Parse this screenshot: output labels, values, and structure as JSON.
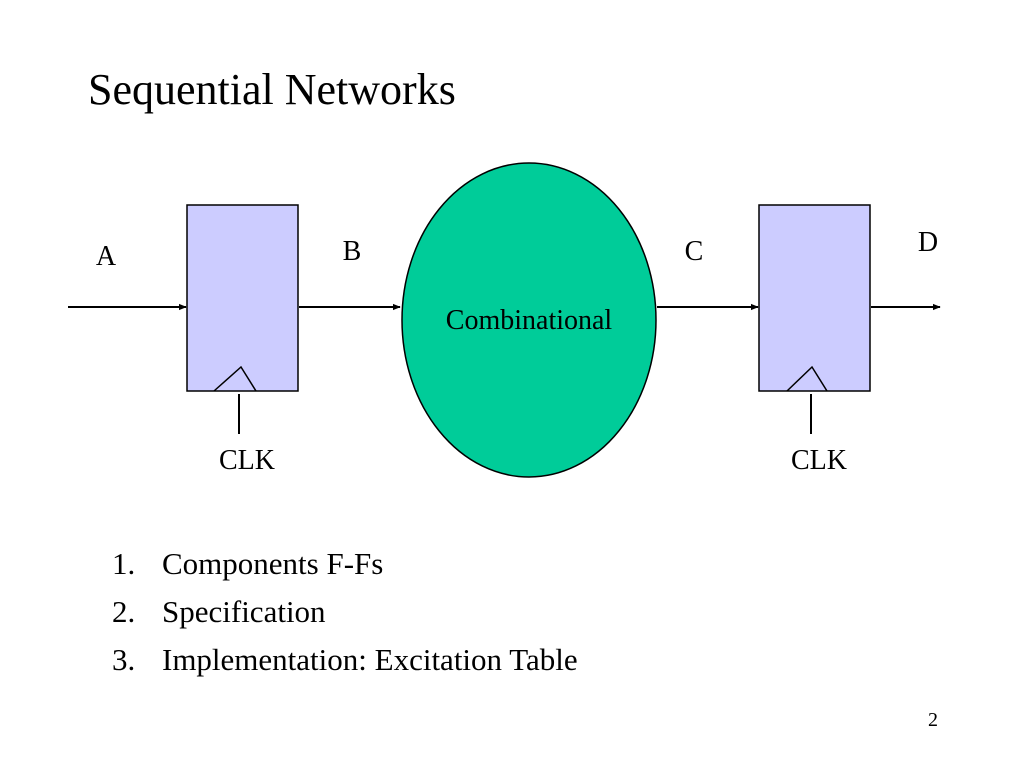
{
  "slide": {
    "title": "Sequential Networks",
    "page_number": "2"
  },
  "diagram": {
    "signals": {
      "a": "A",
      "b": "B",
      "c": "C",
      "d": "D"
    },
    "clock_labels": [
      "CLK",
      "CLK"
    ],
    "combinational_label": "Combinational",
    "colors": {
      "flip_flop_fill": "#ccccff",
      "combinational_fill": "#00cc99",
      "stroke": "#000000"
    }
  },
  "steps": [
    {
      "number": "1.",
      "text": "Components F-Fs"
    },
    {
      "number": "2.",
      "text": "Specification"
    },
    {
      "number": "3.",
      "text": "Implementation: Excitation Table"
    }
  ]
}
